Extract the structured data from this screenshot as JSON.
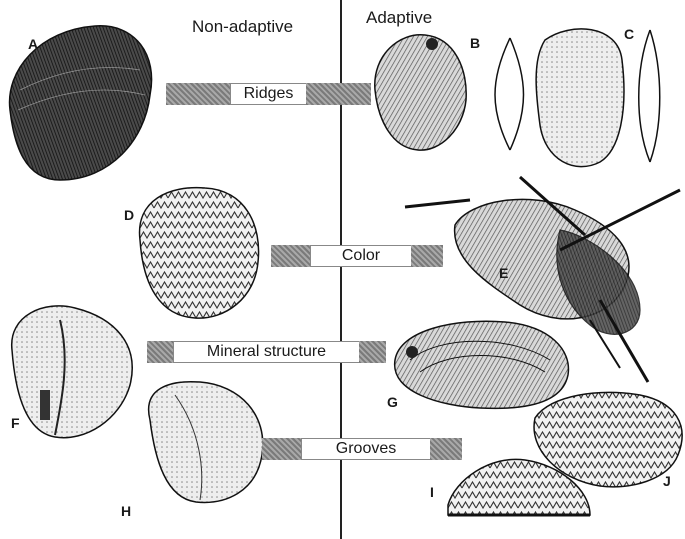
{
  "headers": {
    "left": "Non-adaptive",
    "right": "Adaptive"
  },
  "traits": [
    {
      "key": "ridges",
      "label": "Ridges"
    },
    {
      "key": "color",
      "label": "Color"
    },
    {
      "key": "mineral",
      "label": "Mineral structure"
    },
    {
      "key": "grooves",
      "label": "Grooves"
    }
  ],
  "specimens": [
    "A",
    "B",
    "C",
    "D",
    "E",
    "F",
    "G",
    "H",
    "I",
    "J"
  ]
}
